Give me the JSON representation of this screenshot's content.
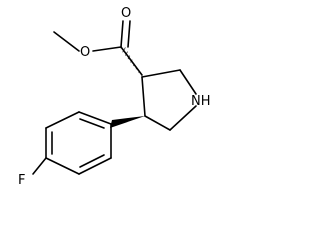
{
  "molecule": {
    "atoms": {
      "carbonyl_oxygen": "O",
      "ester_oxygen": "O",
      "ring_nitrogen": "NH",
      "fluorine": "F"
    }
  }
}
